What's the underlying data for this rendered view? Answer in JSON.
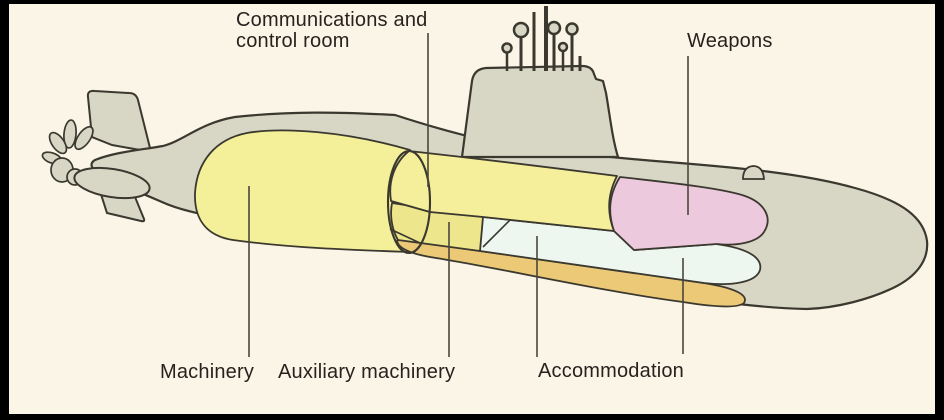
{
  "figure": {
    "kind": "submarine-cutaway-diagram"
  },
  "labels": {
    "communications_line1": "Communications and",
    "communications_line2": "control room",
    "weapons": "Weapons",
    "machinery": "Machinery",
    "auxiliary_machinery": "Auxiliary machinery",
    "accommodation": "Accommodation"
  },
  "colors": {
    "background": "#faf5e6",
    "frame": "#000000",
    "hull": "#d8d7c6",
    "outline": "#3b382f",
    "machinery": "#f3f099",
    "control_room": "#f5ee9b",
    "auxiliary_machinery": "#ede68d",
    "accommodation": "#edf7f0",
    "weapons": "#edc9de",
    "ballast_tanks": "#ebc977",
    "leader_line": "#4a463c",
    "text": "#26231f"
  }
}
